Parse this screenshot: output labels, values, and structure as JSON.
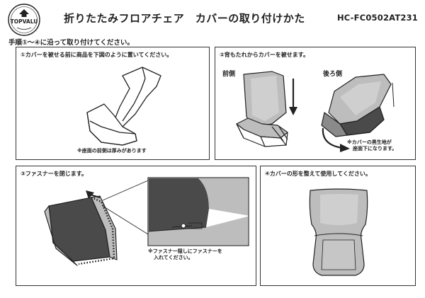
{
  "header": {
    "logo_text": "TOPVALU",
    "title": "折りたたみフロアチェア　カバーの取り付けかた",
    "model_number": "HC-FC0502AT231"
  },
  "instruction": "手順①～④に沿って取り付けてください。",
  "steps": [
    {
      "title": "①カバーを被せる前に商品を下図のように置いてください。",
      "note": "※座面の前側は厚みがあります"
    },
    {
      "title": "②背もたれからカバーを被せます。",
      "front_label": "前側",
      "back_label": "後ろ側",
      "note_line1": "※カバーの黒生地が",
      "note_line2": "座面下になります。"
    },
    {
      "title": "③ファスナーを閉じます。",
      "note_line1": "※ファスナー隠しにファスナーを",
      "note_line2": "入れてください。"
    },
    {
      "title": "④カバーの形を整えて使用してください。"
    }
  ],
  "colors": {
    "border": "#333333",
    "cover_gray": "#bdbdbd",
    "cover_dark": "#4a4a4a",
    "line": "#222222"
  }
}
